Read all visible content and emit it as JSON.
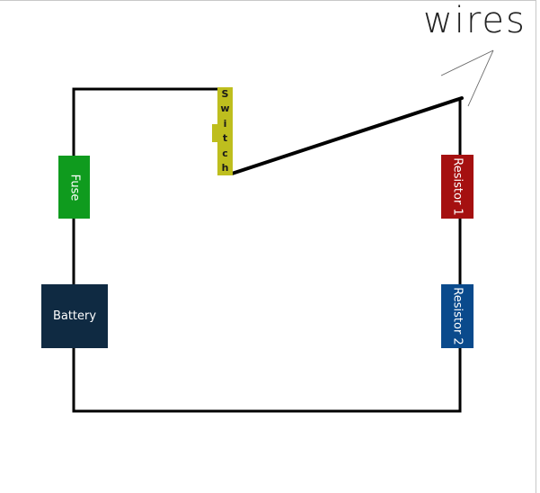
{
  "labels": {
    "wires": "wires"
  },
  "components": {
    "fuse": {
      "label": "Fuse",
      "color": "#0f9b1e"
    },
    "battery": {
      "label": "Battery",
      "color": "#0f2a42"
    },
    "switch": {
      "letters": [
        "S",
        "w",
        "i",
        "t",
        "c",
        "h"
      ],
      "color": "#bebe1e"
    },
    "resistor1": {
      "label": "Resistor 1",
      "color": "#a51010"
    },
    "resistor2": {
      "label": "Resistor 2",
      "color": "#0a4a8c"
    }
  },
  "colors": {
    "wire": "#000000",
    "pointer": "#666666",
    "background": "#ffffff"
  }
}
